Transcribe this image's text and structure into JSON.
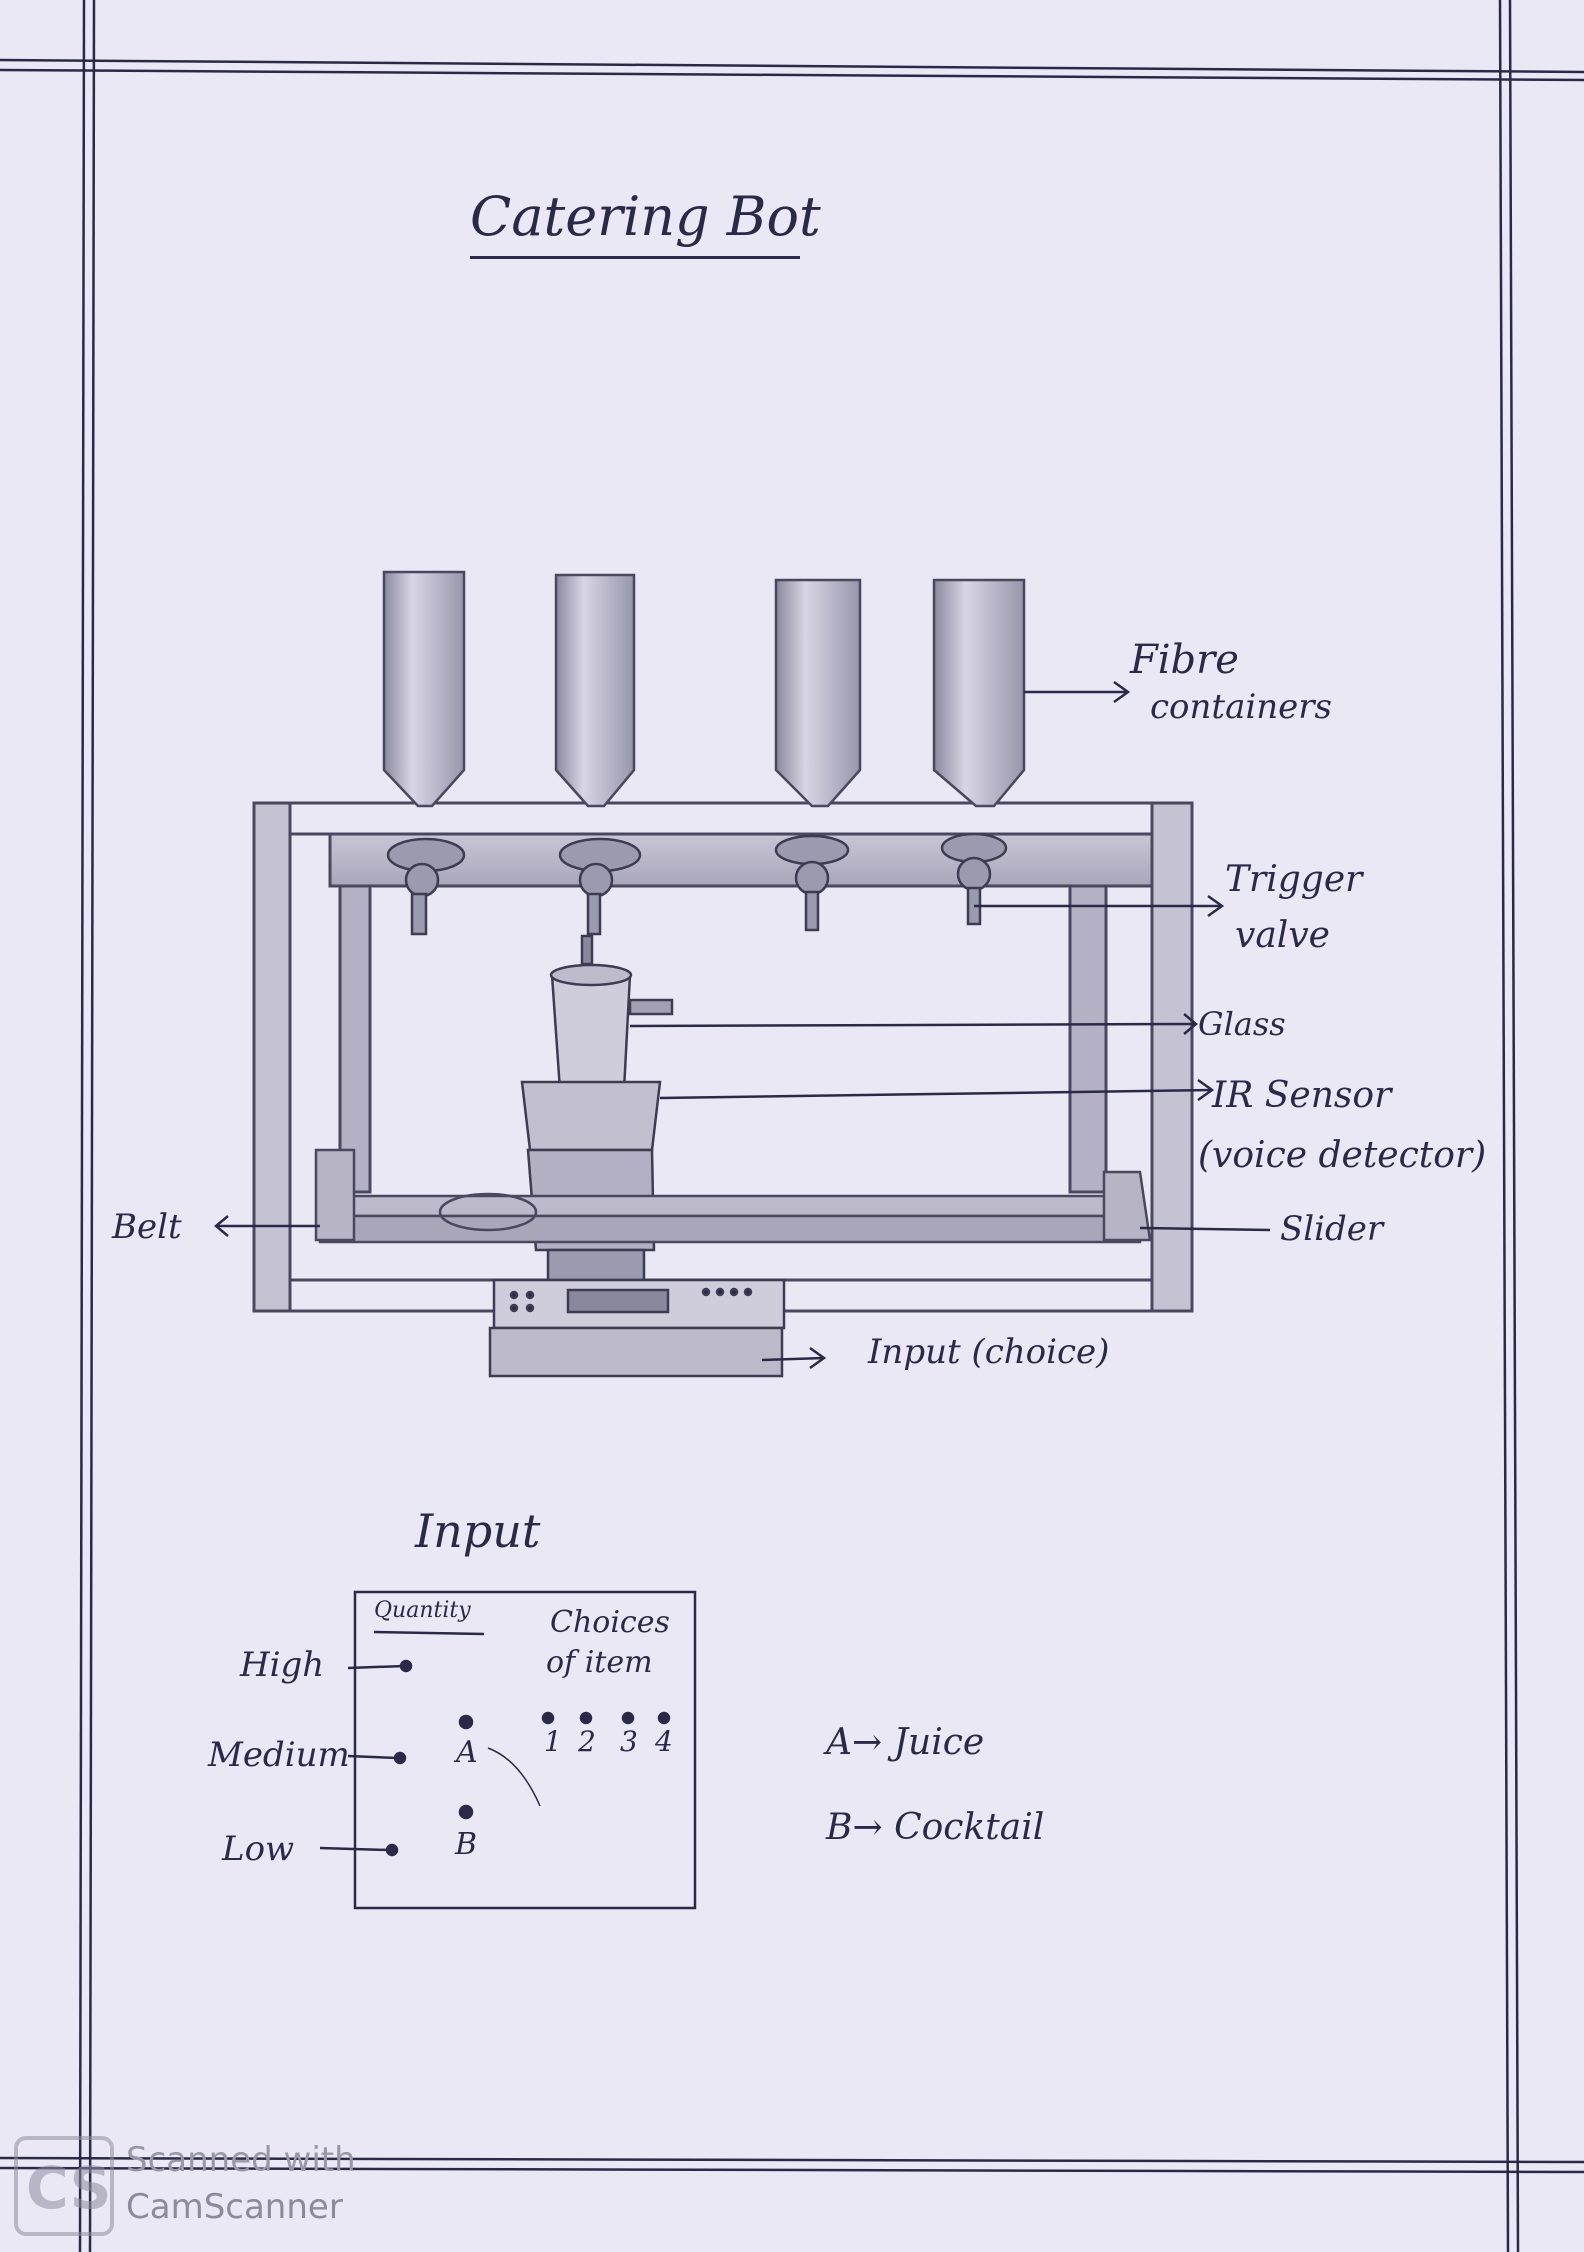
{
  "title": "Catering Bot",
  "labels": {
    "fibre_line1": "Fibre",
    "fibre_line2": "containers",
    "trigger_line1": "Trigger",
    "trigger_line2": "valve",
    "glass": "Glass",
    "ir_line1": "IR Sensor",
    "ir_line2": "(voice detector)",
    "slider": "Slider",
    "belt": "Belt",
    "input_choice": "Input (choice)"
  },
  "input_panel": {
    "heading": "Input",
    "quantity_label": "Quantity",
    "choices_line1": "Choices",
    "choices_line2": "of item",
    "levels": [
      "High",
      "Medium",
      "Low"
    ],
    "types": [
      "A",
      "B"
    ],
    "item_numbers": [
      "1",
      "2",
      "3",
      "4"
    ]
  },
  "key": {
    "a": "A→ Juice",
    "b": "B→ Cocktail"
  },
  "watermark": {
    "line1": "Scanned with",
    "line2": "CamScanner"
  },
  "colors": {
    "paper": "#ebe8f6",
    "ink": "#2a2a48",
    "pencil": "#6e6c80"
  }
}
